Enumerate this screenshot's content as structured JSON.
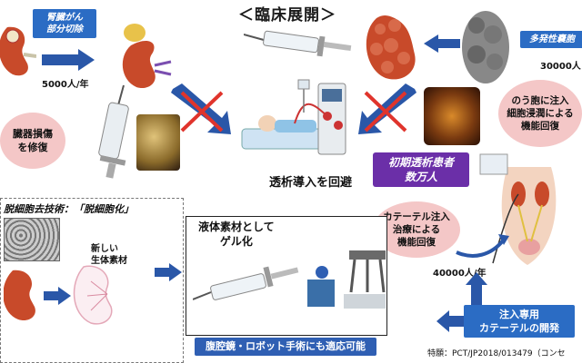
{
  "title": "＜臨床展開＞",
  "partial_nephrectomy": {
    "label": "腎臓がん\n部分切除",
    "count": "5000人/年"
  },
  "organ_repair": "臓器損傷\nを修復",
  "multi_cyst": {
    "label": "多発性嚢胞",
    "count": "30000人"
  },
  "cyst_injection": "のう胞に注入\n細胞浸潤による\n機能回復",
  "dialysis_avoid": "透析導入を回避",
  "new_dialysis": {
    "label": "初期透析患者\n数万人"
  },
  "catheter_therapy": "カテーテル注入\n治療による\n機能回復",
  "catheter_count": "40000人/年",
  "catheter_dev": "注入専用\nカテーテルの開発",
  "decell_tech": "脱細胞去技術：「脱細胞化」",
  "new_material": "新しい\n生体素材",
  "liquid_gel": "液体素材として\nゲル化",
  "laparoscopy": "腹腔鏡・ロボット手術にも適応可能",
  "patent": "特願：PCT/JP2018/013479（コンセ",
  "colors": {
    "blue": "#2b6cc4",
    "arrow_blue": "#2a57a8",
    "pink": "#f4c7c7",
    "purple": "#6b2fa8",
    "red_x": "#e0342c"
  }
}
